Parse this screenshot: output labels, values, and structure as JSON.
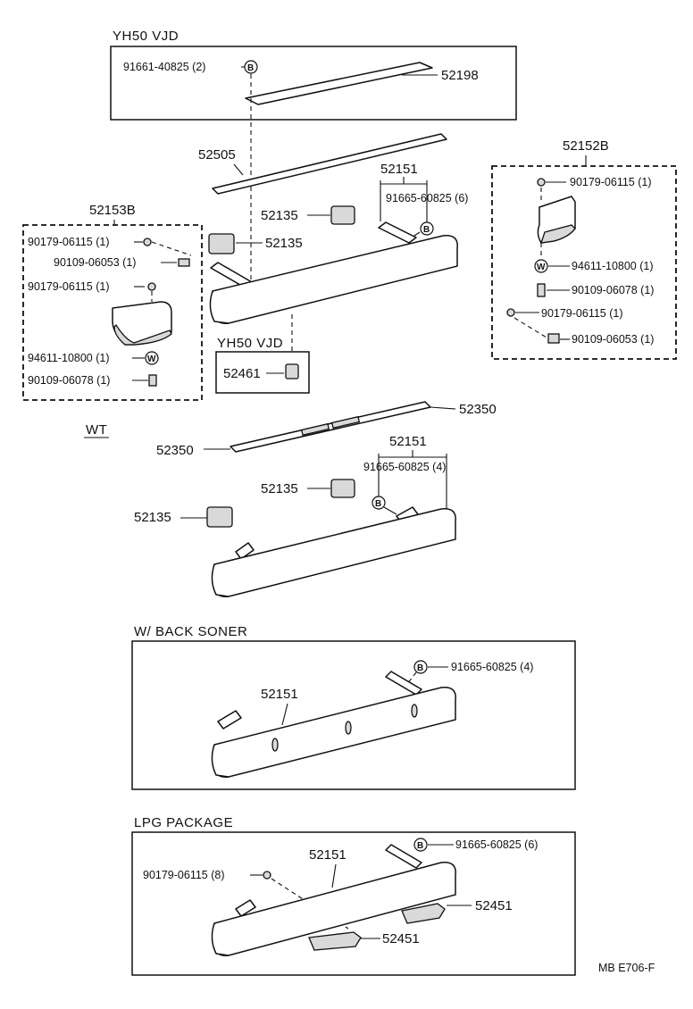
{
  "headers": {
    "yh50_top": "YH50 VJD",
    "yh50_mid": "YH50 VJD",
    "wt": "WT",
    "back_soner": "W/ BACK  SONER",
    "lpg": "LPG  PACKAGE"
  },
  "group_labels": {
    "g52153b": "52153B",
    "g52152b": "52152B",
    "g52151_top": "52151",
    "g52151_wt": "52151"
  },
  "symbols": {
    "b": "B",
    "w": "W"
  },
  "parts": {
    "p91661": "91661-40825 (2)",
    "p52198": "52198",
    "p52505": "52505",
    "p91665_6_top": "91665-60825 (6)",
    "p52135_a": "52135",
    "p52135_b": "52135",
    "l_90179_1": "90179-06115 (1)",
    "l_90109_06053": "90109-06053 (1)",
    "l_90179_2": "90179-06115 (1)",
    "l_94611": "94611-10800 (1)",
    "l_90109_06078": "90109-06078 (1)",
    "r_90179_1": "90179-06115 (1)",
    "r_94611": "94611-10800 (1)",
    "r_90109_06078": "90109-06078 (1)",
    "r_90179_2": "90179-06115 (1)",
    "r_90109_06053": "90109-06053 (1)",
    "p52461": "52461",
    "p52350_a": "52350",
    "p52350_b": "52350",
    "p91665_4_wt": "91665-60825 (4)",
    "p52135_c": "52135",
    "p52135_d": "52135",
    "p91665_4_bs": "91665-60825 (4)",
    "p52151_bs": "52151",
    "p91665_6_lpg": "91665-60825 (6)",
    "p52151_lpg": "52151",
    "p90179_8": "90179-06115 (8)",
    "p52451_a": "52451",
    "p52451_b": "52451"
  },
  "footer_code": "MB  E706-F"
}
